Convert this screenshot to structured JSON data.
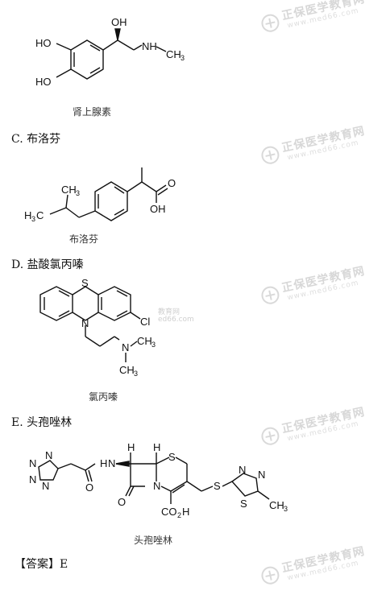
{
  "watermark": {
    "brand": "正保医学教育网",
    "url": "www.med66.com",
    "fragment_top": "教育网",
    "fragment_url": "ed66.com"
  },
  "structures": {
    "adrenaline": {
      "caption": "肾上腺素",
      "atoms": {
        "oh_top": "OH",
        "nh": "NH",
        "ch3": "CH",
        "ch3_sub": "3",
        "ho1": "HO",
        "ho2": "HO"
      }
    },
    "ibuprofen": {
      "caption": "布洛芬",
      "atoms": {
        "ch3": "CH",
        "ch3_sub": "3",
        "h3c": "H",
        "h3c_sub": "3",
        "h3c_c": "C",
        "o": "O",
        "oh": "OH"
      }
    },
    "chlorpromazine": {
      "caption": "氯丙嗪",
      "atoms": {
        "s": "S",
        "n": "N",
        "cl": "Cl",
        "n2": "N",
        "ch3a": "CH",
        "ch3a_sub": "3",
        "ch3b": "CH",
        "ch3b_sub": "3"
      }
    },
    "cefazolin": {
      "caption": "头孢唑林",
      "atoms": {
        "h1": "H",
        "h2": "H",
        "s": "S",
        "n_amide": "N",
        "h_amide": "H",
        "n_ring": "N",
        "o_lactam": "O",
        "o_amide": "O",
        "co2h": "CO",
        "co2h_sub": "2",
        "co2h_h": "H",
        "s_link": "S",
        "s_thiad": "S",
        "n_t1": "N",
        "n_t2": "N",
        "ch3": "CH",
        "ch3_sub": "3",
        "tz_n1": "N",
        "tz_n2": "N",
        "tz_n3": "N",
        "tz_n4": "N"
      }
    }
  },
  "options": [
    {
      "label": "C. 布洛芬"
    },
    {
      "label": "D. 盐酸氯丙嗪"
    },
    {
      "label": "E. 头孢唑林"
    }
  ],
  "answer": "【答案】E"
}
